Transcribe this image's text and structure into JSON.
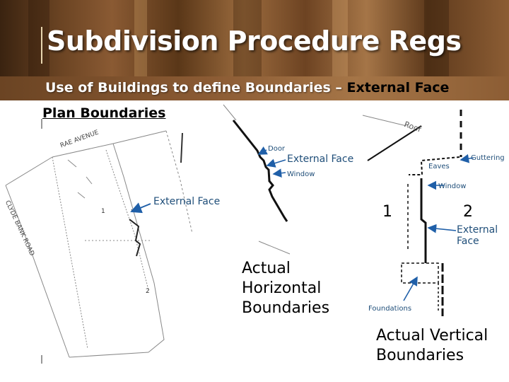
{
  "header": {
    "title": "Subdivision Procedure Regs",
    "subtitle_main": "Use of Buildings to define Boundaries – ",
    "subtitle_highlight": "External Face"
  },
  "plan": {
    "heading": "Plan Boundaries",
    "street_label": "RAE AVENUE",
    "road_label": "CLYDE BANK ROAD",
    "lot_1": "1",
    "lot_2": "2",
    "external_face_label": "External Face"
  },
  "horizontal": {
    "door_label": "Door",
    "external_face_label": "External Face",
    "window_label": "Window",
    "caption": "Actual\nHorizontal\nBoundaries"
  },
  "vertical": {
    "roof_label": "Roof",
    "guttering_label": "Guttering",
    "eaves_label": "Eaves",
    "window_label": "Window",
    "side_1": "1",
    "side_2": "2",
    "external_face_label": "External\nFace",
    "foundations_label": "Foundations",
    "caption": "Actual Vertical\nBoundaries"
  },
  "colors": {
    "arrow_blue": "#1f5fa8",
    "label_blue": "#1f4e79",
    "wood_dark": "#5a3718",
    "wood_light": "#a57547"
  }
}
